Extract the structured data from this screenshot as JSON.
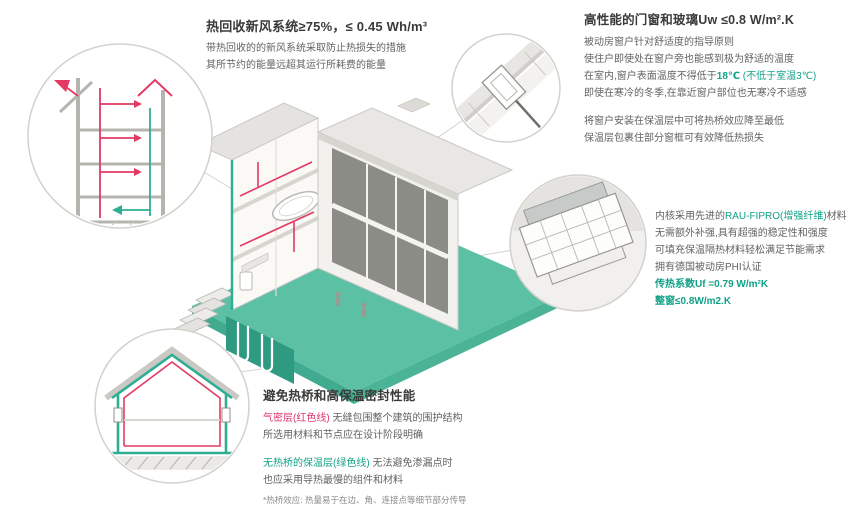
{
  "colors": {
    "accent_teal": "#12A188",
    "accent_red": "#E0346B",
    "duct_red": "#E23A63",
    "envelope_green": "#2FAE93",
    "site_teal": "#5CC0A5"
  },
  "blocks": {
    "ventilation": {
      "title": "热回收新风系统≥75%，≤ 0.45 Wh/m³",
      "line1": "带热回收的的新风系统采取防止热损失的措施",
      "line2": "其所节约的能量远超其运行所耗费的能量"
    },
    "windows": {
      "title": "高性能的门窗和玻璃Uw ≤0.8 W/m².K",
      "line1": "被动房窗户针对舒适度的指导原则",
      "line2": "使住户即使处在窗户旁也能感到极为舒适的温度",
      "line3_pre": "在室内,窗户表面温度不得低于",
      "line3_temp": "18℃",
      "line3_note": "(不低于室温3℃)",
      "line4": "即使在寒冷的冬季,在靠近窗户部位也无寒冷不适感",
      "line5": "将窗户安装在保温层中可将热桥效应降至最低",
      "line6": "保温层包裹住部分窗框可有效降低热损失"
    },
    "material": {
      "line1_pre": "内核采用先进的",
      "line1_brand": "RAU-FIPRO(增强纤维)",
      "line1_post": "材料",
      "line2": "无需额外补强,具有超强的稳定性和强度",
      "line3": "可填充保温隔热材料轻松满足节能需求",
      "line4": "拥有德国被动房PHI认证",
      "line5": "传热系数Uf =0.79 W/m²K",
      "line6": "整窗≤0.8W/m2.K"
    },
    "thermal": {
      "title": "避免热桥和高保温密封性能",
      "line1_red": "气密层(红色线)",
      "line1_rest": "无缝包围整个建筑的围护结构",
      "line2": "所选用材料和节点应在设计阶段明确",
      "line3_green": "无热桥的保温层(绿色线)",
      "line3_rest": "无法避免渗漏点时",
      "line4": "也应采用导热最慢的组件和材料",
      "footnote": "*热桥效应: 热量易于在边、角、连接点等细节部分传导"
    }
  }
}
